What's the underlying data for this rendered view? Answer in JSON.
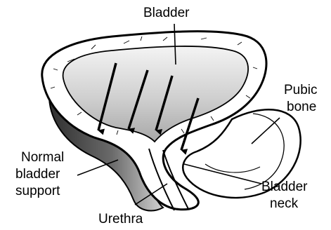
{
  "diagram": {
    "labels": {
      "bladder": "Bladder",
      "pubic_bone_line1": "Pubic",
      "pubic_bone_line2": "bone",
      "support_line1": "Normal",
      "support_line2": "bladder",
      "support_line3": "support",
      "neck_line1": "Bladder",
      "neck_line2": "neck",
      "urethra": "Urethra"
    },
    "colors": {
      "outline": "#000000",
      "bladder_fill_light": "#f2f2f2",
      "bladder_fill_dark": "#a9a9a9",
      "support_fill_dark": "#3a3a3a",
      "support_fill_light": "#c8c8c8"
    },
    "icons": [
      "downward-arrow-icon"
    ]
  }
}
